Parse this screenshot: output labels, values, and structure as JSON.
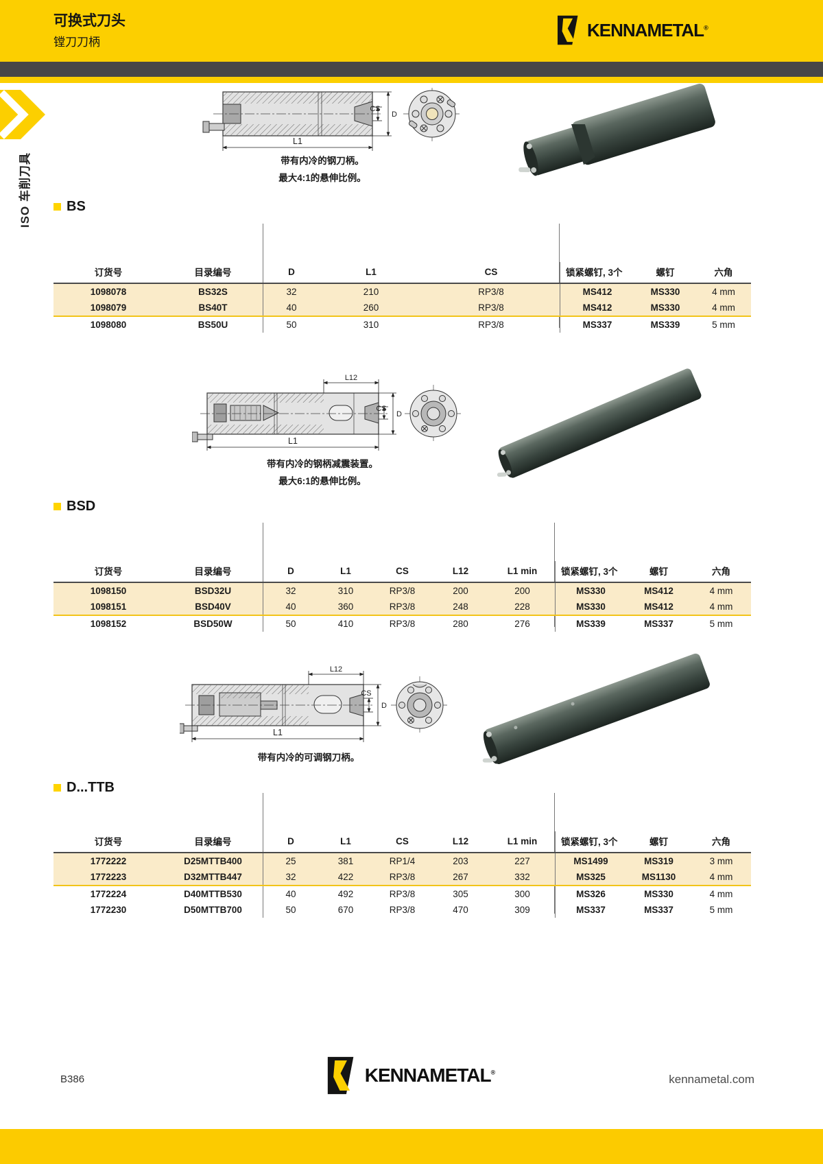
{
  "header": {
    "title": "可换式刀头",
    "subtitle": "镗刀刀柄",
    "brand": "KENNAMETAL",
    "brand_reg": "®"
  },
  "sidebar": {
    "label": "ISO 车削刀具"
  },
  "colors": {
    "accent_yellow": "#FCCF00",
    "dark_bar": "#474747",
    "row_highlight": "#FAEBC9",
    "row_divider": "#F2C418"
  },
  "sections": [
    {
      "id": "bs",
      "label": "BS",
      "captions": [
        "带有内冷的钢刀柄。",
        "最大4:1的悬伸比例。"
      ],
      "drawing": {
        "dim_length": "L1",
        "dim_cs": "CS",
        "dim_d": "D"
      },
      "table": {
        "columns": [
          "订货号",
          "目录编号",
          "D",
          "L1",
          "CS",
          "锁紧螺钉, 3个",
          "螺钉",
          "六角"
        ],
        "rows": [
          [
            "1098078",
            "BS32S",
            "32",
            "210",
            "RP3/8",
            "MS412",
            "MS330",
            "4 mm"
          ],
          [
            "1098079",
            "BS40T",
            "40",
            "260",
            "RP3/8",
            "MS412",
            "MS330",
            "4 mm"
          ],
          [
            "1098080",
            "BS50U",
            "50",
            "310",
            "RP3/8",
            "MS337",
            "MS339",
            "5 mm"
          ]
        ]
      }
    },
    {
      "id": "bsd",
      "label": "BSD",
      "captions": [
        "带有内冷的钢柄减震装置。",
        "最大6:1的悬伸比例。"
      ],
      "drawing": {
        "dim_top": "L12",
        "dim_length": "L1",
        "dim_cs": "CS",
        "dim_d": "D"
      },
      "table": {
        "columns": [
          "订货号",
          "目录编号",
          "D",
          "L1",
          "CS",
          "L12",
          "L1 min",
          "锁紧螺钉, 3个",
          "螺钉",
          "六角"
        ],
        "rows": [
          [
            "1098150",
            "BSD32U",
            "32",
            "310",
            "RP3/8",
            "200",
            "200",
            "MS330",
            "MS412",
            "4 mm"
          ],
          [
            "1098151",
            "BSD40V",
            "40",
            "360",
            "RP3/8",
            "248",
            "228",
            "MS330",
            "MS412",
            "4 mm"
          ],
          [
            "1098152",
            "BSD50W",
            "50",
            "410",
            "RP3/8",
            "280",
            "276",
            "MS339",
            "MS337",
            "5 mm"
          ]
        ]
      }
    },
    {
      "id": "dttb",
      "label": "D...TTB",
      "captions": [
        "带有内冷的可调钢刀柄。"
      ],
      "drawing": {
        "dim_top": "L12",
        "dim_length": "L1",
        "dim_cs": "CS",
        "dim_d": "D"
      },
      "table": {
        "columns": [
          "订货号",
          "目录编号",
          "D",
          "L1",
          "CS",
          "L12",
          "L1 min",
          "锁紧螺钉, 3个",
          "螺钉",
          "六角"
        ],
        "rows": [
          [
            "1772222",
            "D25MTTB400",
            "25",
            "381",
            "RP1/4",
            "203",
            "227",
            "MS1499",
            "MS319",
            "3 mm"
          ],
          [
            "1772223",
            "D32MTTB447",
            "32",
            "422",
            "RP3/8",
            "267",
            "332",
            "MS325",
            "MS1130",
            "4 mm"
          ],
          [
            "1772224",
            "D40MTTB530",
            "40",
            "492",
            "RP3/8",
            "305",
            "300",
            "MS326",
            "MS330",
            "4 mm"
          ],
          [
            "1772230",
            "D50MTTB700",
            "50",
            "670",
            "RP3/8",
            "470",
            "309",
            "MS337",
            "MS337",
            "5 mm"
          ]
        ]
      }
    }
  ],
  "footer": {
    "page_number": "B386",
    "brand": "KENNAMETAL",
    "brand_reg": "®",
    "website": "kennametal.com"
  }
}
